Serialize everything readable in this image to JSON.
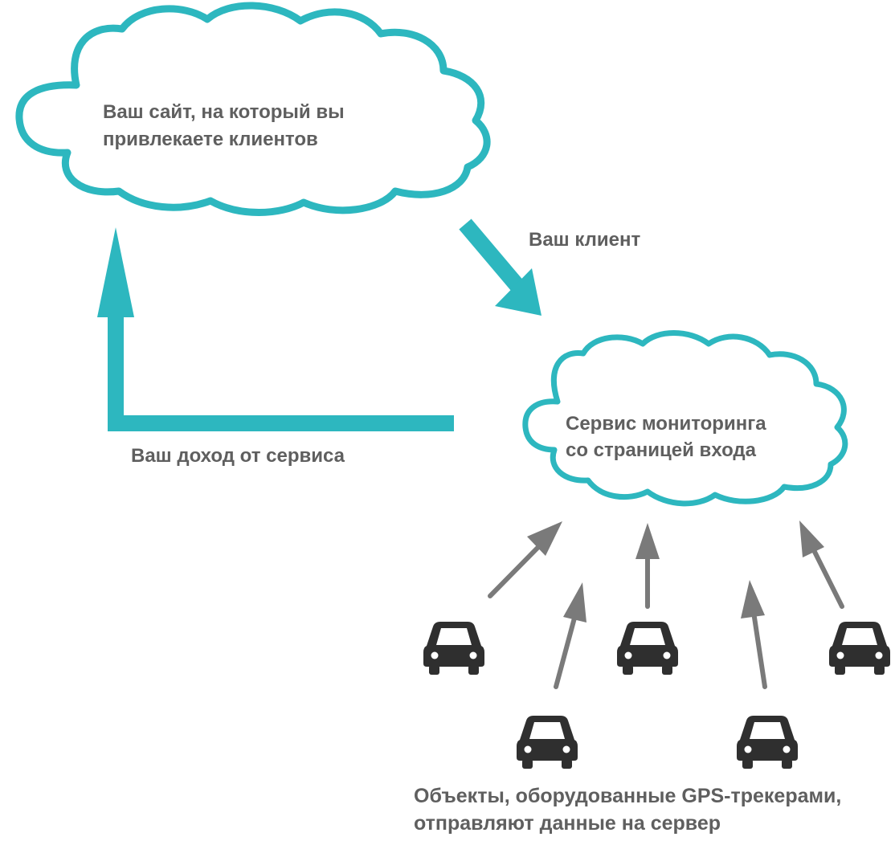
{
  "colors": {
    "teal": "#2db7bf",
    "text": "#5f5f5f",
    "gray_arrow": "#7a7a7a",
    "car": "#2f2f2f"
  },
  "site_cloud": {
    "line1": "Ваш сайт, на который вы",
    "line2": "привлекаете клиентов"
  },
  "service_cloud": {
    "line1": "Сервис мониторинга",
    "line2": "со страницей входа"
  },
  "client_label": "Ваш клиент",
  "income_label": "Ваш доход от сервиса",
  "objects_caption": {
    "line1": "Объекты, оборудованные GPS-трекерами,",
    "line2": "отправляют данные на сервер"
  },
  "icons": {
    "car": "car-icon",
    "cloud": "cloud-shape",
    "arrow": "arrow-icon"
  }
}
